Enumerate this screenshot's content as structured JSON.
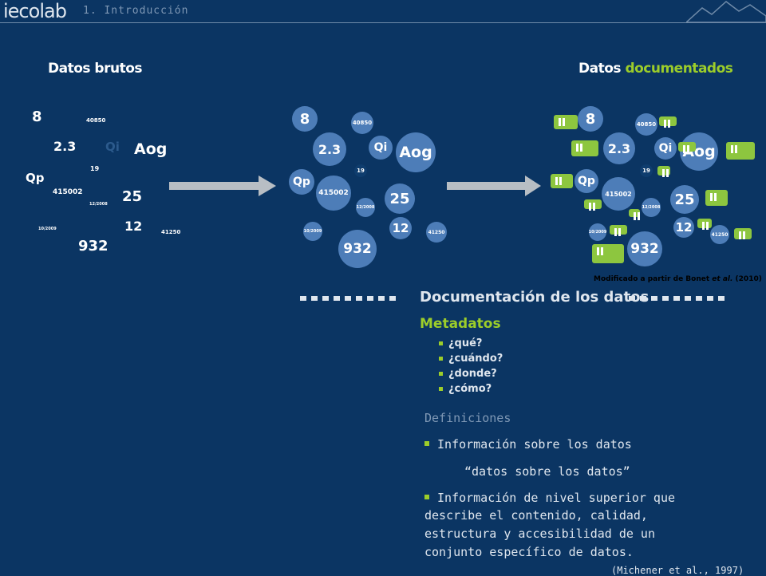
{
  "header": {
    "logo_text": "iecolab",
    "breadcrumb": "1. Introducción"
  },
  "headings": {
    "raw": "Datos brutos",
    "doc_prefix": "Datos",
    "doc_accent": "documentados"
  },
  "raw_items": [
    "8",
    "2.3",
    "Qi",
    "Aog",
    "Qp",
    "415002",
    "25",
    "12",
    "932",
    "40850",
    "19",
    "12/2008",
    "41250",
    "10/2009"
  ],
  "credit": {
    "text_pre": "Modificado a partir de Bonet ",
    "text_em": "et al.",
    "text_post": " (2010)"
  },
  "section": {
    "doc_title": "Documentación de los datos",
    "meta_title": "Metadatos",
    "meta_items": [
      "¿qué?",
      "¿cuándo?",
      "¿donde?",
      "¿cómo?"
    ]
  },
  "definitions": {
    "title": "Definiciones",
    "item1": "Información sobre los datos",
    "quote": "“datos sobre los datos”",
    "item2_lines": [
      "Información de nivel superior que",
      "describe el contenido, calidad,",
      "estructura y accesibilidad de un",
      "conjunto específico de datos."
    ],
    "citation": "(Michener et al., 1997)"
  },
  "colors": {
    "background": "#0b3563",
    "accent": "#9ccd2a",
    "bubble": "#4d7db8",
    "tag": "#8dc63f"
  }
}
